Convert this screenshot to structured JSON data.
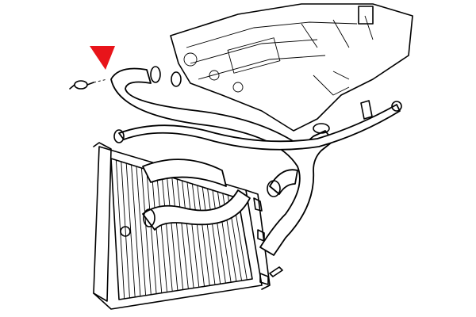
{
  "diagram": {
    "parts": [
      "engine",
      "radiator",
      "upper-hose",
      "lower-hose",
      "bypass-pipe",
      "hose-clamp"
    ],
    "colors": {
      "line": "#000000",
      "background": "#ffffff",
      "pointer_arrow": "#e8141a"
    }
  }
}
